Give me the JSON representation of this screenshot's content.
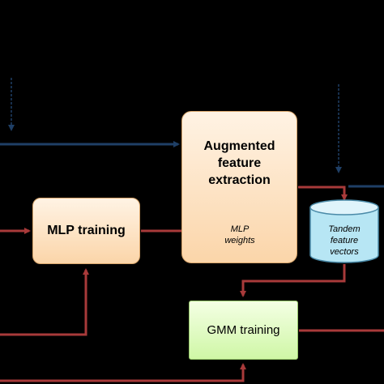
{
  "nodes": {
    "mlp_training": "MLP training",
    "augmented_feature_extraction": [
      "Augmented",
      "feature",
      "extraction"
    ],
    "gmm_training": "GMM training",
    "mlp_weights": [
      "MLP",
      "weights"
    ],
    "tandem_feature_vectors": [
      "Tandem",
      "feature",
      "vectors"
    ]
  },
  "colors": {
    "background": "#000000",
    "arrow_red": "#a83a3a",
    "arrow_blue": "#1f3f66",
    "orange_box": "#fbd5a9",
    "green_box": "#cff7a6",
    "cylinder_fill": "#b7e6f4"
  }
}
